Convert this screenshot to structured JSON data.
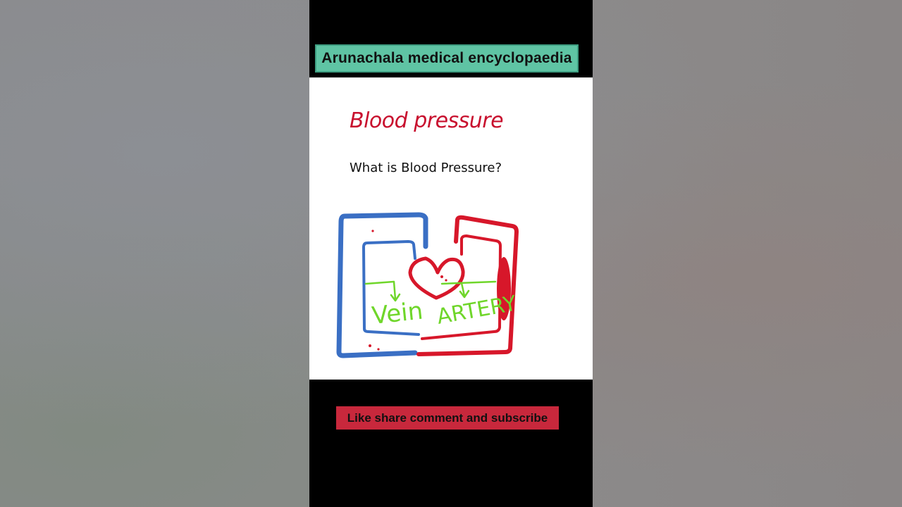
{
  "channel": {
    "name": "Arunachala medical encyclopaedia"
  },
  "slide": {
    "title": "Blood pressure",
    "question": "What is Blood Pressure?",
    "diagram": {
      "vein_label": "Vein",
      "artery_label": "ARTERY",
      "vein_color": "#3a6fc4",
      "artery_color": "#d7172a",
      "label_color": "#6fd62a"
    }
  },
  "footer": {
    "cta": "Like share comment and subscribe"
  },
  "colors": {
    "channel_banner": "#5fc4a4",
    "cta_banner": "#c8283c",
    "title": "#c8102e"
  }
}
